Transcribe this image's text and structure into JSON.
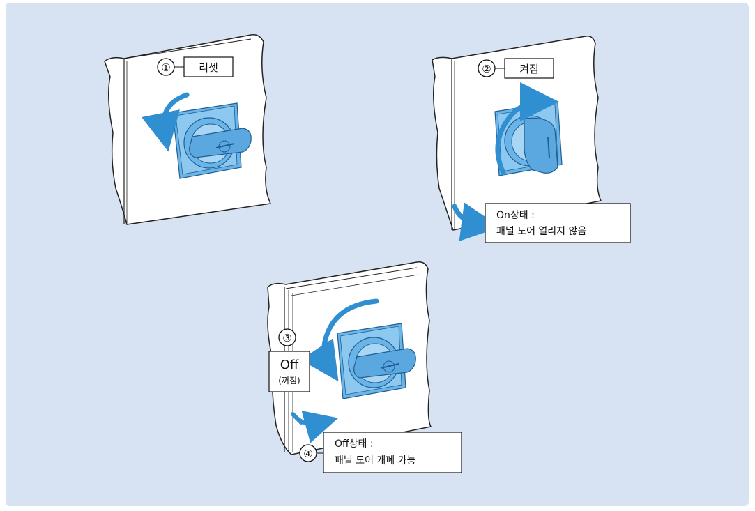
{
  "colors": {
    "background": "#d7e3f2",
    "panel": "#ffffff",
    "accent_blue": "#2f8fd0",
    "handle_blue": "#6ab4e8"
  },
  "icons": [
    "rotary-handle-icon",
    "rotation-arrow-icon",
    "door-open-arrow-icon"
  ],
  "steps": [
    {
      "number": "①",
      "label": "리셋"
    },
    {
      "number": "②",
      "label": "켜짐"
    },
    {
      "number": "③",
      "label": "Off",
      "sublabel": "(꺼짐)"
    },
    {
      "number": "④"
    }
  ],
  "notes": {
    "on_state": {
      "line1": "On상태 :",
      "line2": "패널 도어 열리지 않음"
    },
    "off_state": {
      "line1": "Off상태 :",
      "line2": "패널 도어 개폐 가능"
    }
  }
}
